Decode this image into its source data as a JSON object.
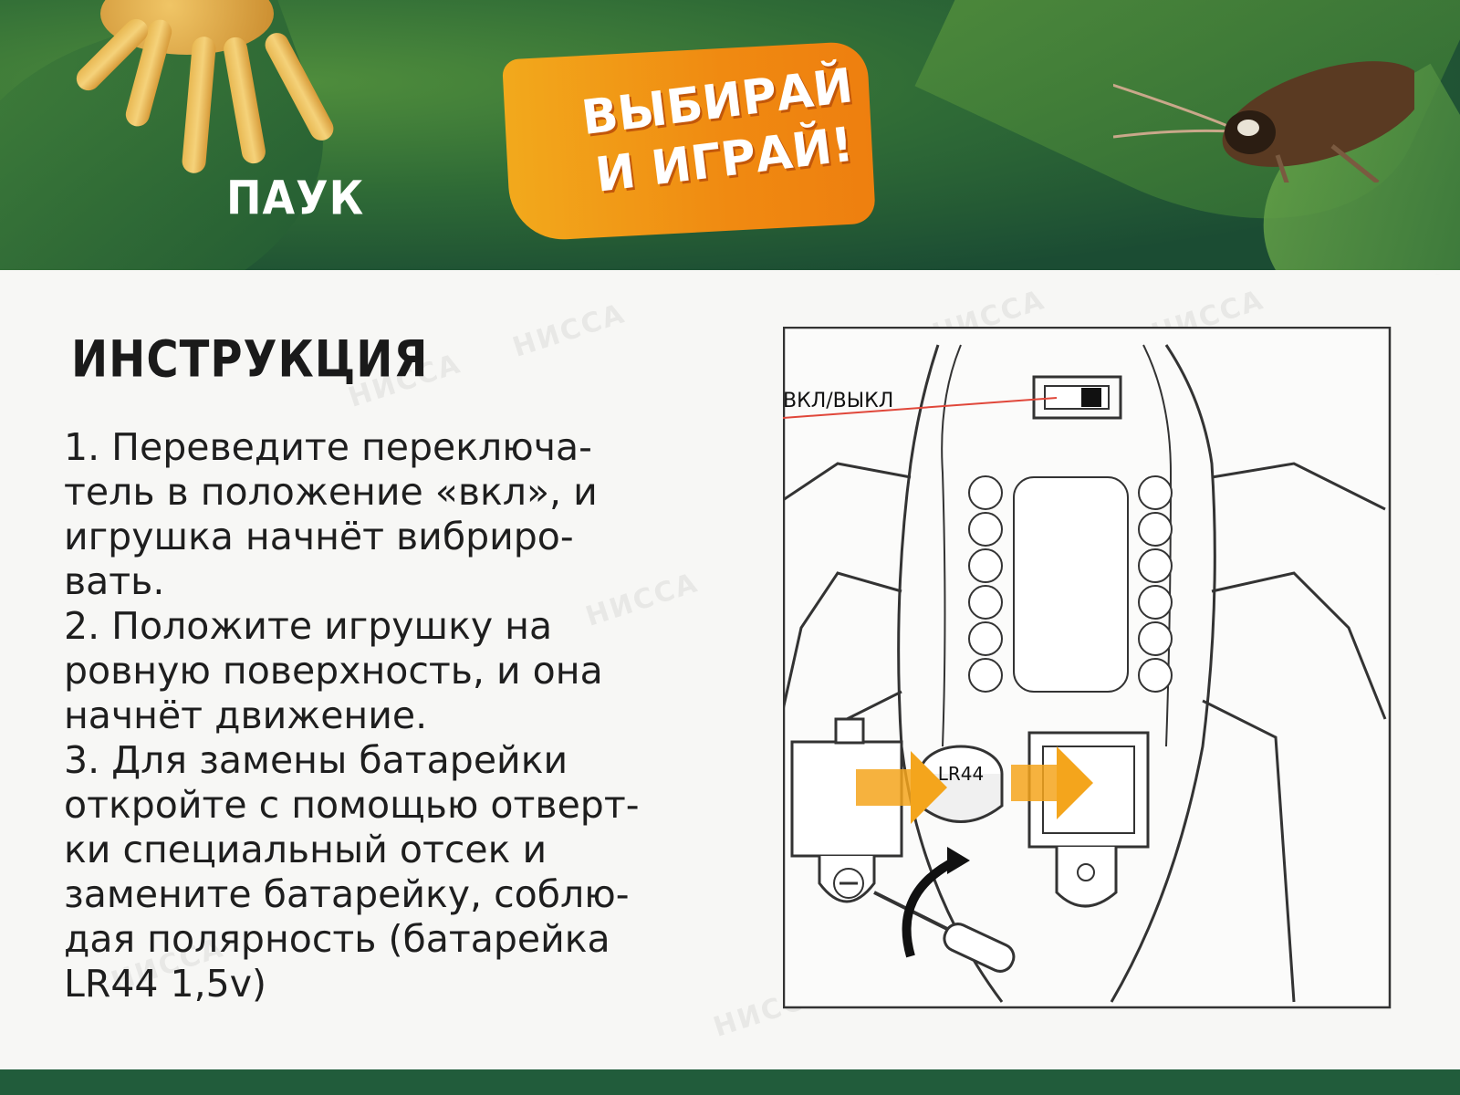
{
  "banner": {
    "spider_label": "ПАУК",
    "badge_line1": "ВЫБИРАЙ",
    "badge_line2": "И ИГРАЙ!"
  },
  "instructions": {
    "title": "ИНСТРУКЦИЯ",
    "steps": [
      "1. Переведите переключа-\nтель в положение «вкл», и\nигрушка начнёт вибриро-\nвать.",
      "2. Положите игрушку на\nровную поверхность, и она\nначнёт движение.",
      "3. Для замены батарейки\nоткройте с помощью отверт-\nки специальный отсек и\nзамените батарейку, соблю-\nдая полярность (батарейка\nLR44 1,5v)"
    ]
  },
  "diagram": {
    "switch_label": "ВКЛ/ВЫКЛ",
    "battery_label": "LR44"
  },
  "watermark": "НИССА",
  "colors": {
    "banner_green": "#2f6b36",
    "badge_orange": "#f08a11",
    "panel_bg": "#f7f7f5",
    "switch_line_red": "#e0473a",
    "arrow_orange": "#f4a51c"
  }
}
